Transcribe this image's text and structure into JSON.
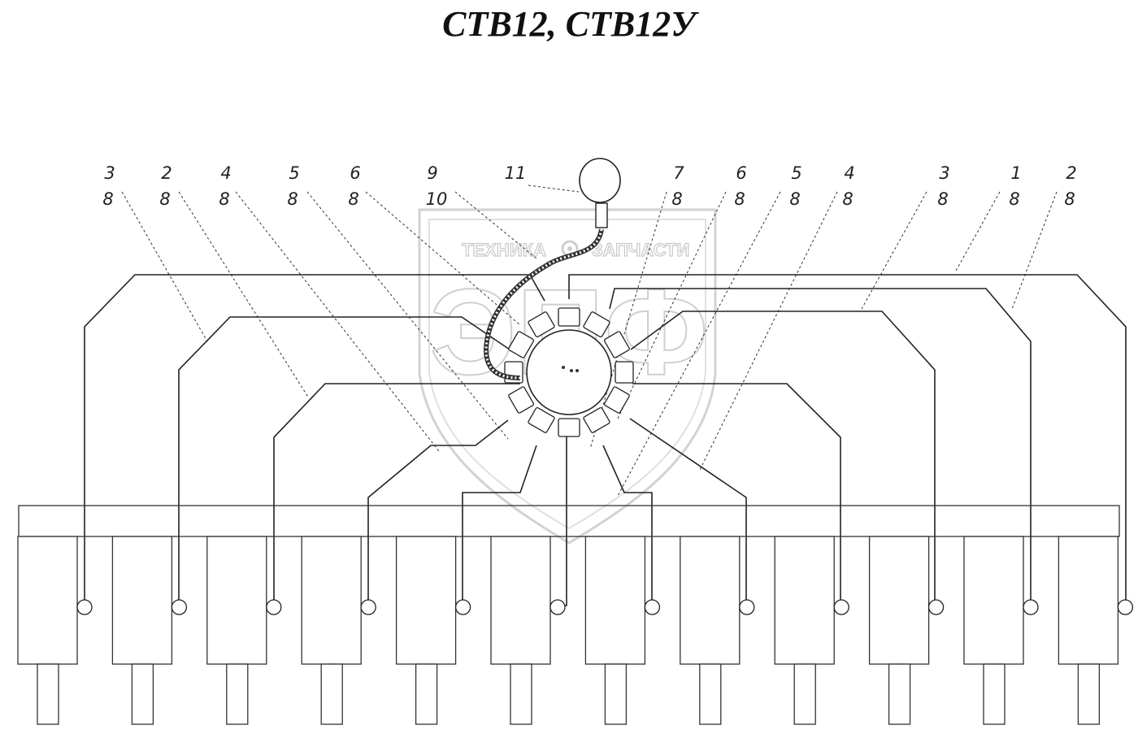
{
  "title": "СТВ12, СТВ12У",
  "watermark": {
    "left_text": "ТЕХНИКА",
    "right_text": "ЗАПЧАСТИ",
    "logo_text": "ЭПФ",
    "color": "#c8c8c8"
  },
  "callouts_top": [
    {
      "num": "3",
      "den": "8"
    },
    {
      "num": "2",
      "den": "8"
    },
    {
      "num": "4",
      "den": "8"
    },
    {
      "num": "5",
      "den": "8"
    },
    {
      "num": "6",
      "den": "8"
    },
    {
      "num": "9",
      "den": "10"
    },
    {
      "num": "11",
      "den": ""
    },
    {
      "num": "7",
      "den": "8"
    },
    {
      "num": "6",
      "den": "8"
    },
    {
      "num": "5",
      "den": "8"
    },
    {
      "num": "4",
      "den": "8"
    },
    {
      "num": "3",
      "den": "8"
    },
    {
      "num": "1",
      "den": "8"
    },
    {
      "num": "2",
      "den": "8"
    }
  ],
  "units_count": 12,
  "colors": {
    "line": "#222222",
    "bg": "#ffffff"
  }
}
